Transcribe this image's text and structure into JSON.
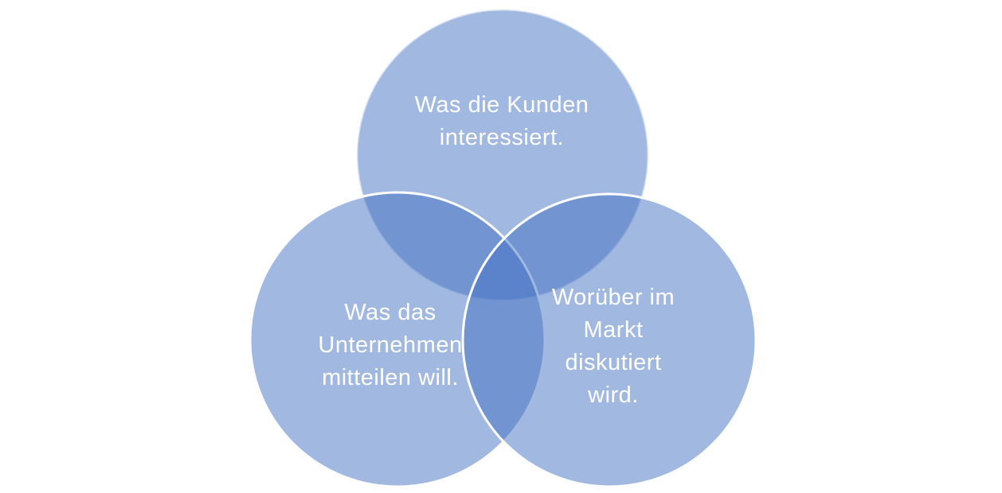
{
  "diagram": {
    "type": "venn",
    "fill_color": "#4472C4",
    "fill_opacity": 0.5,
    "stroke_color": "#FFFFFF",
    "colors": {
      "single": "#A3B6DE",
      "double_overlap": "#7395CF",
      "triple_overlap": "#5B7FC4",
      "text": "#FFFFFF"
    },
    "circles": [
      {
        "id": "top",
        "lines": [
          "Was die Kunden",
          "interessiert."
        ]
      },
      {
        "id": "left",
        "lines": [
          "Was das",
          "Unternehmen",
          "mitteilen  will."
        ]
      },
      {
        "id": "right",
        "lines": [
          "Worüber im",
          "Markt",
          "diskutiert",
          "wird."
        ]
      }
    ]
  }
}
